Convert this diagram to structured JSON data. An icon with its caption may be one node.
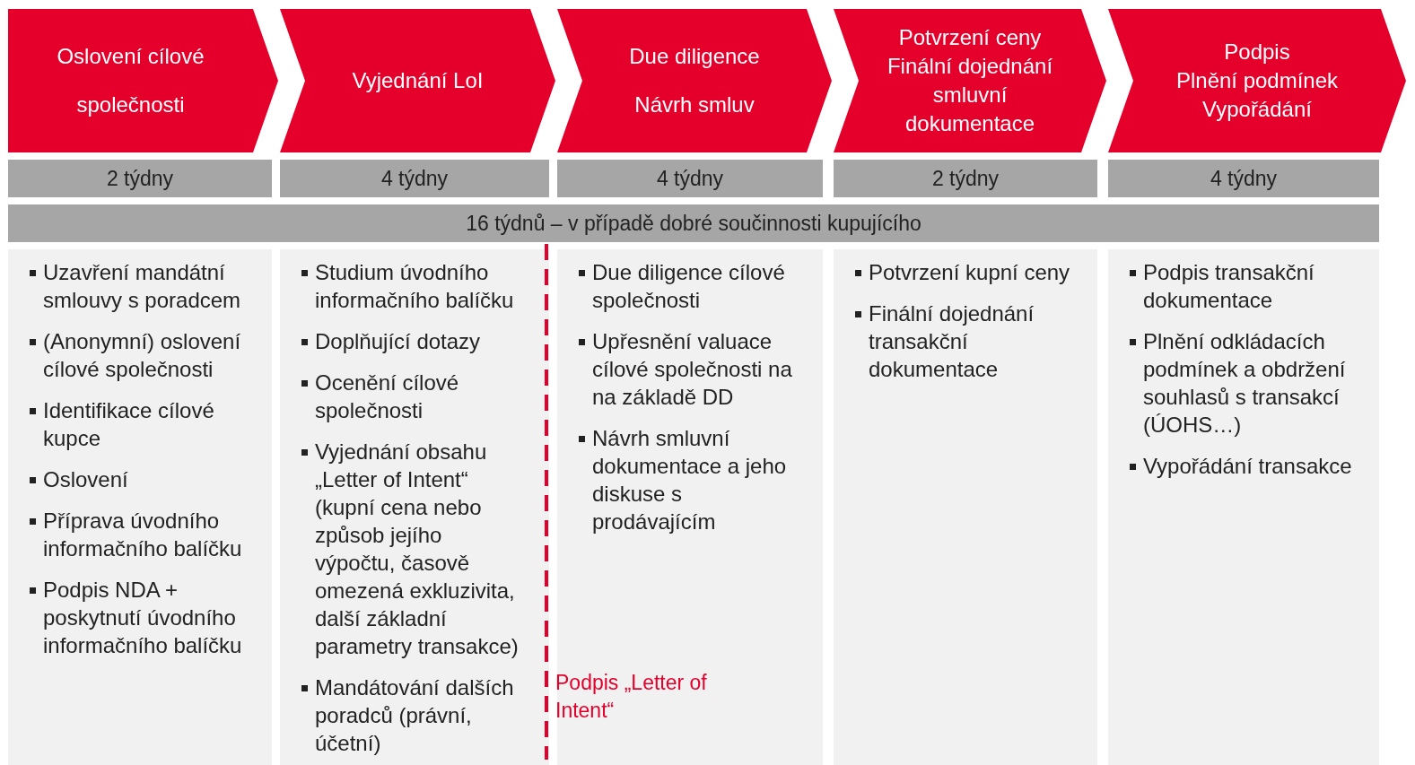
{
  "diagram": {
    "nodes": [
      {
        "text": [
          "Oslovení cílové společnosti"
        ]
      },
      {
        "text": [
          "Vyjednání LoI"
        ]
      },
      {
        "text": [
          "Due diligence",
          "Návrh smluv"
        ]
      },
      {
        "text": [
          "Potvrzení ceny",
          "Finální dojednání smluvní dokumentace"
        ]
      },
      {
        "text": [
          "Podpis",
          "Plnění podmínek",
          "Vypořádání"
        ]
      },
      {
        "text": [
          "2 týdny"
        ]
      },
      {
        "text": [
          "4 týdny"
        ]
      },
      {
        "text": [
          "4 týdny"
        ]
      },
      {
        "text": [
          "2 týdny"
        ]
      },
      {
        "text": [
          "4 týdny"
        ]
      },
      {
        "text": [
          "16 týdnů – v případě dobré součinnosti kupujícího"
        ]
      },
      {
        "text": [
          "Uzavření mandátní smlouvy s poradcem",
          "(Anonymní) oslovení cílové společnosti",
          "Identifikace cílové kupce",
          "Oslovení",
          "Příprava úvodního informačního balíčku",
          "Podpis NDA + poskytnutí úvodního informačního balíčku"
        ]
      },
      {
        "text": [
          "Studium úvodního informačního balíčku",
          "Doplňující dotazy",
          "Ocenění cílové společnosti",
          "Vyjednání obsahu „Letter of Intent“ (kupní cena nebo způsob jejího výpočtu, časově omezená exkluzivita, další základní parametry transakce)",
          "Mandátování dalších poradců (právní, účetní)"
        ]
      },
      {
        "text": [
          "Due diligence cílové společnosti",
          "Upřesnění valuace cílové společnosti na na základě DD",
          "Návrh smluvní dokumentace a jeho diskuse s prodávajícím"
        ]
      },
      {
        "text": [
          "Potvrzení kupní ceny",
          "Finální dojednání transakční dokumentace"
        ]
      },
      {
        "text": [
          "Podpis transakční dokumentace",
          "Plnění odkládacích podmínek a obdržení souhlasů s transakcí (ÚOHS…)",
          "Vypořádání transakce"
        ]
      }
    ],
    "labels": [
      "Podpis „Letter of Intent“"
    ]
  }
}
